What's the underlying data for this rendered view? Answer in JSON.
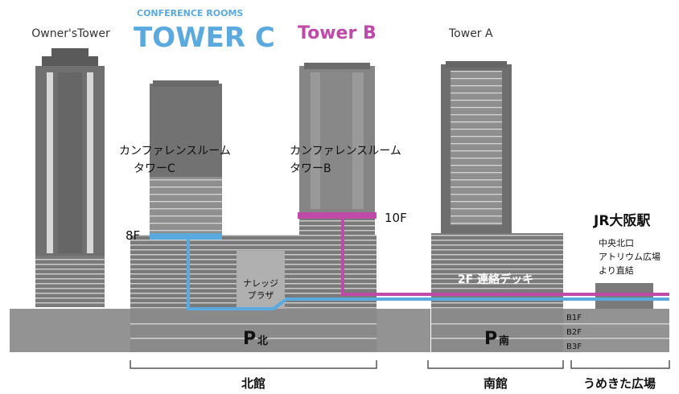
{
  "labels": {
    "owners_tower": "Owner'sTower",
    "conference_rooms": "CONFERENCE ROOMS",
    "tower_c": "TOWER C",
    "tower_b": "Tower B",
    "tower_a": "Tower A",
    "conf_room_c_line1": "カンファレンスルーム",
    "conf_room_c_line2": "タワーC",
    "conf_room_b_line1": "カンファレンスルーム",
    "conf_room_b_line2": "タワーB",
    "floor_8f": "8F",
    "floor_10f": "10F",
    "jr_osaka": "JR大阪駅",
    "jr_note_line1": "中央北口",
    "jr_note_line2": "アトリウム広場",
    "jr_note_line3": "より直結",
    "knowledge_plaza_line1": "ナレッジ",
    "knowledge_plaza_line2": "プラザ",
    "deck_2f": "2F 連絡デッキ",
    "parking_north_p": "P",
    "parking_north_suffix": "北",
    "parking_south_p": "P",
    "parking_south_suffix": "南",
    "b1f": "B1F",
    "b2f": "B2F",
    "b3f": "B3F",
    "north_building": "北館",
    "south_building": "南館",
    "umekita_plaza": "うめきた広場"
  },
  "colors": {
    "tower_c_blue": "#5aaae0",
    "tower_b_magenta": "#c04aa8",
    "building_dark": "#6e6e6e",
    "building_mid": "#8a8a8a",
    "building_light": "#a9a9a9"
  }
}
